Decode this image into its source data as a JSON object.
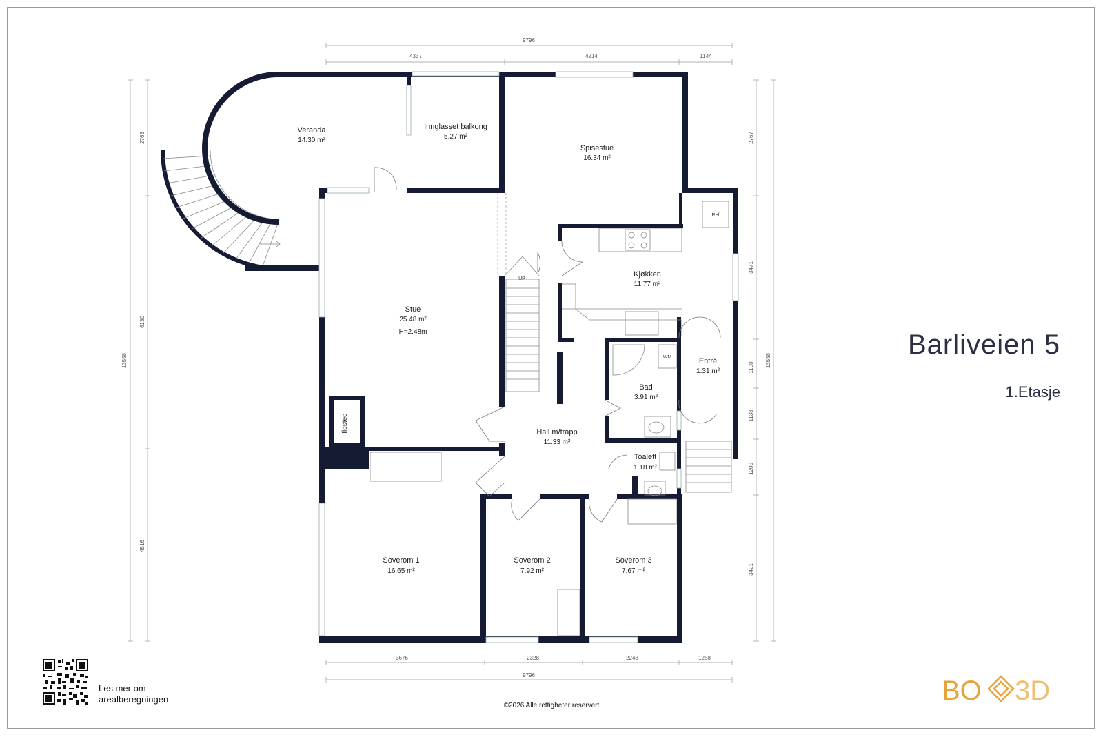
{
  "address": "Barliveien 5",
  "floor": "1.Etasje",
  "qr_caption_line1": "Les mer om",
  "qr_caption_line2": "arealberegningen",
  "copyright": "©2026 Alle rettigheter reservert",
  "logo": {
    "left": "BO",
    "right": "3D",
    "color": "#e8a33a"
  },
  "colors": {
    "wall": "#141b33",
    "text": "#222222"
  },
  "rooms": {
    "veranda": {
      "name": "Veranda",
      "area": "14.30 m²"
    },
    "balkong": {
      "name": "Innglasset balkong",
      "area": "5.27 m²"
    },
    "spisestue": {
      "name": "Spisestue",
      "area": "16.34 m²"
    },
    "kjokken": {
      "name": "Kjøkken",
      "area": "11.77 m²"
    },
    "stue": {
      "name": "Stue",
      "area": "25.48 m²",
      "height": "H=2.48m"
    },
    "entre": {
      "name": "Entré",
      "area": "1.31 m²"
    },
    "bad": {
      "name": "Bad",
      "area": "3.91 m²"
    },
    "hall": {
      "name": "Hall m/trapp",
      "area": "11.33 m²"
    },
    "toalett": {
      "name": "Toalett",
      "area": "1.18 m²"
    },
    "soverom1": {
      "name": "Soverom 1",
      "area": "16.65 m²"
    },
    "soverom2": {
      "name": "Soverom 2",
      "area": "7.92 m²"
    },
    "soverom3": {
      "name": "Soverom 3",
      "area": "7.67 m²"
    },
    "ildsted": {
      "name": "Ildsted"
    }
  },
  "fixtures": {
    "ref": "Ref",
    "wm": "WM",
    "up": "UP"
  },
  "dims": {
    "top_total": "9796",
    "top_1": "4337",
    "top_2": "4214",
    "top_3": "1144",
    "bottom_1": "3676",
    "bottom_2": "2328",
    "bottom_3": "2243",
    "bottom_4": "1258",
    "bottom_total": "9796",
    "left_total": "13558",
    "left_1": "2763",
    "left_2": "6130",
    "left_3": "4516",
    "right_total": "13558",
    "right_1": "2767",
    "right_2": "3471",
    "right_3": "1190",
    "right_4": "1138",
    "right_5": "1200",
    "right_6": "3421"
  }
}
